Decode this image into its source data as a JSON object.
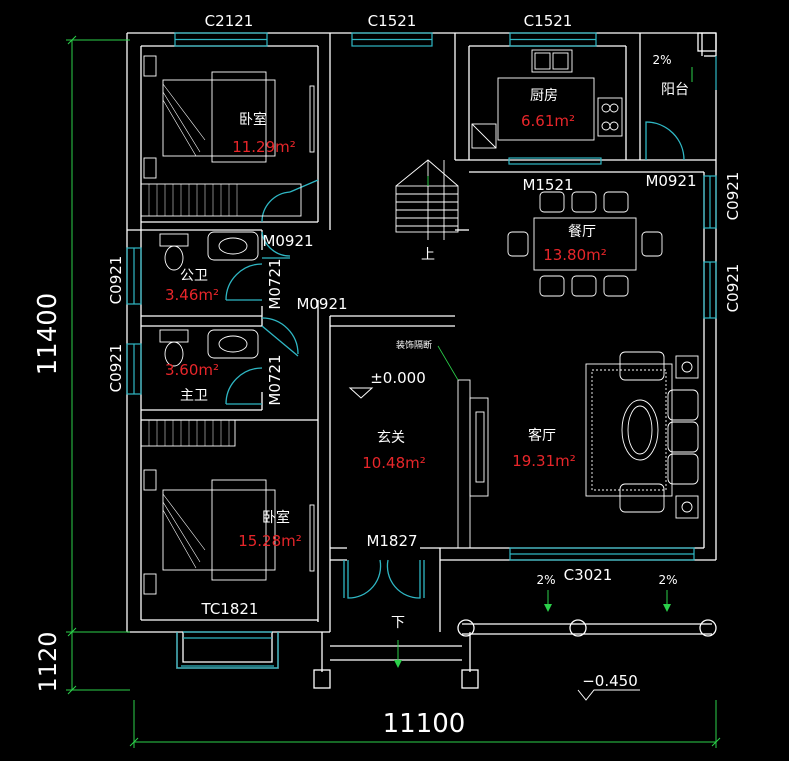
{
  "colors": {
    "background": "#000000",
    "wall": "#ffffff",
    "window": "#2fb7c4",
    "area": "#e8262a",
    "dim": "#2bd14a",
    "label": "#ffffff"
  },
  "windows": {
    "top_left": "C2121",
    "top_mid": "C1521",
    "top_right": "C1521",
    "left_gongwei": "C0921",
    "left_zhuwei": "C0921",
    "right_upper": "C0921",
    "right_lower": "C0921",
    "front_living": "C3021",
    "bay_bedroom": "TC1821"
  },
  "doors": {
    "bedroom_upper": "M0921",
    "bath_public_door": "M0721",
    "corridor": "M0921",
    "bath_master_door": "M0721",
    "kitchen": "M1521",
    "balcony": "M0921",
    "entrance": "M1827"
  },
  "rooms": {
    "bedroom_upper": {
      "name": "卧室",
      "area": "11.29m²"
    },
    "kitchen": {
      "name": "厨房",
      "area": "6.61m²"
    },
    "balcony": {
      "name": "阳台"
    },
    "dining": {
      "name": "餐厅",
      "area": "13.80m²"
    },
    "bath_public": {
      "name": "公卫",
      "area": "3.46m²"
    },
    "bath_master": {
      "name": "主卫",
      "area": "3.60m²"
    },
    "foyer": {
      "name": "玄关",
      "area": "10.48m²"
    },
    "living": {
      "name": "客厅",
      "area": "19.31m²"
    },
    "bedroom_lower": {
      "name": "卧室",
      "area": "15.28m²"
    }
  },
  "annotations": {
    "stair_up": "上",
    "stair_down": "下",
    "partition": "装饰隔断",
    "elevation_main": "±0.000",
    "elevation_outside": "−0.450",
    "slope_balcony": "2%",
    "slope_porch_left": "2%",
    "slope_porch_right": "2%"
  },
  "dimensions": {
    "depth_main": "11400",
    "depth_front": "1120",
    "width": "11100"
  }
}
